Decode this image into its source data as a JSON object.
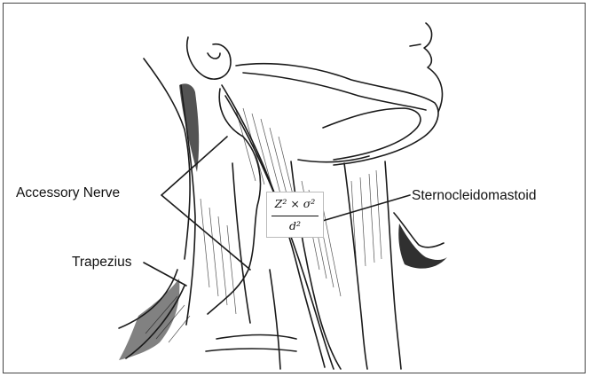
{
  "diagram": {
    "labels": {
      "accessory_nerve": "Accessory Nerve",
      "trapezius": "Trapezius",
      "sternocleidomastoid": "Sternocleidomastoid"
    },
    "formula": {
      "numerator": "Z² × σ²",
      "denominator": "d²"
    }
  }
}
